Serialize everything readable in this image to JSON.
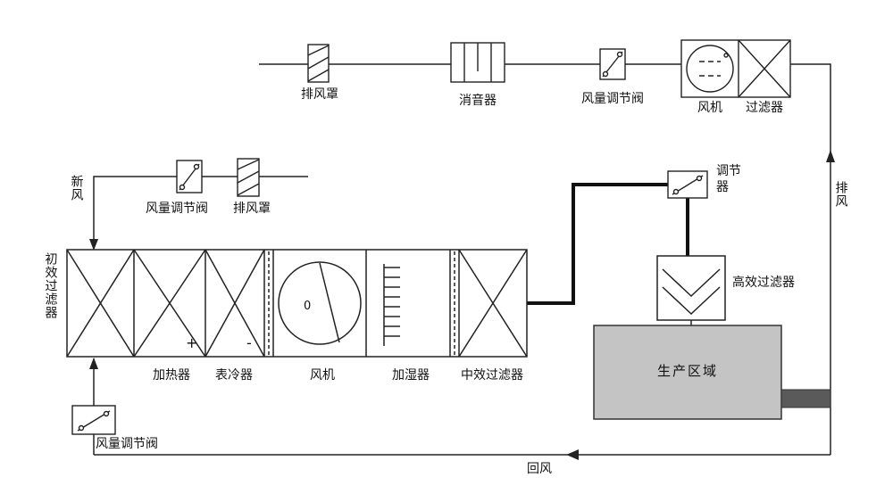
{
  "diagram": {
    "top_line": {
      "hood": "排风罩",
      "silencer": "消音器",
      "valve": "风量调节阀",
      "fan": "风机",
      "filter": "过滤器"
    },
    "fresh_air": {
      "label": "新风",
      "valve": "风量调节阀",
      "hood": "排风罩"
    },
    "ahu": {
      "primary_filter": "初效过滤器",
      "heater": "加热器",
      "heater_sign": "+",
      "cooler": "表冷器",
      "cooler_sign": "-",
      "fan": "风机",
      "fan_hub": "0",
      "humidifier": "加湿器",
      "medium_filter": "中效过滤器"
    },
    "supply": {
      "regulator": "调节器",
      "hepa_filter": "高效过滤器"
    },
    "production_area": "生产区域",
    "exhaust": "排风",
    "return_air": "回风",
    "bottom_valve": "风量调节阀"
  },
  "colors": {
    "line": "#222222",
    "production_fill": "#c4c4c4",
    "connector_fill": "#5a5a5a",
    "background": "#ffffff"
  }
}
